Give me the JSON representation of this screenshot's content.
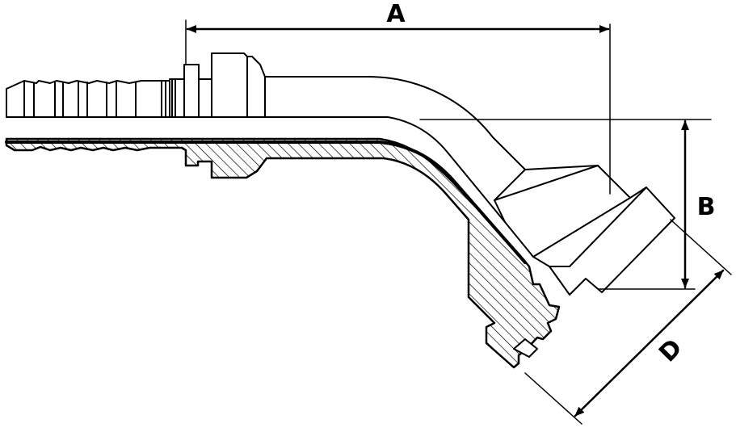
{
  "dimensions": {
    "a": "A",
    "b": "B",
    "d": "D"
  },
  "colors": {
    "ink": "#000000",
    "paper": "#ffffff"
  }
}
